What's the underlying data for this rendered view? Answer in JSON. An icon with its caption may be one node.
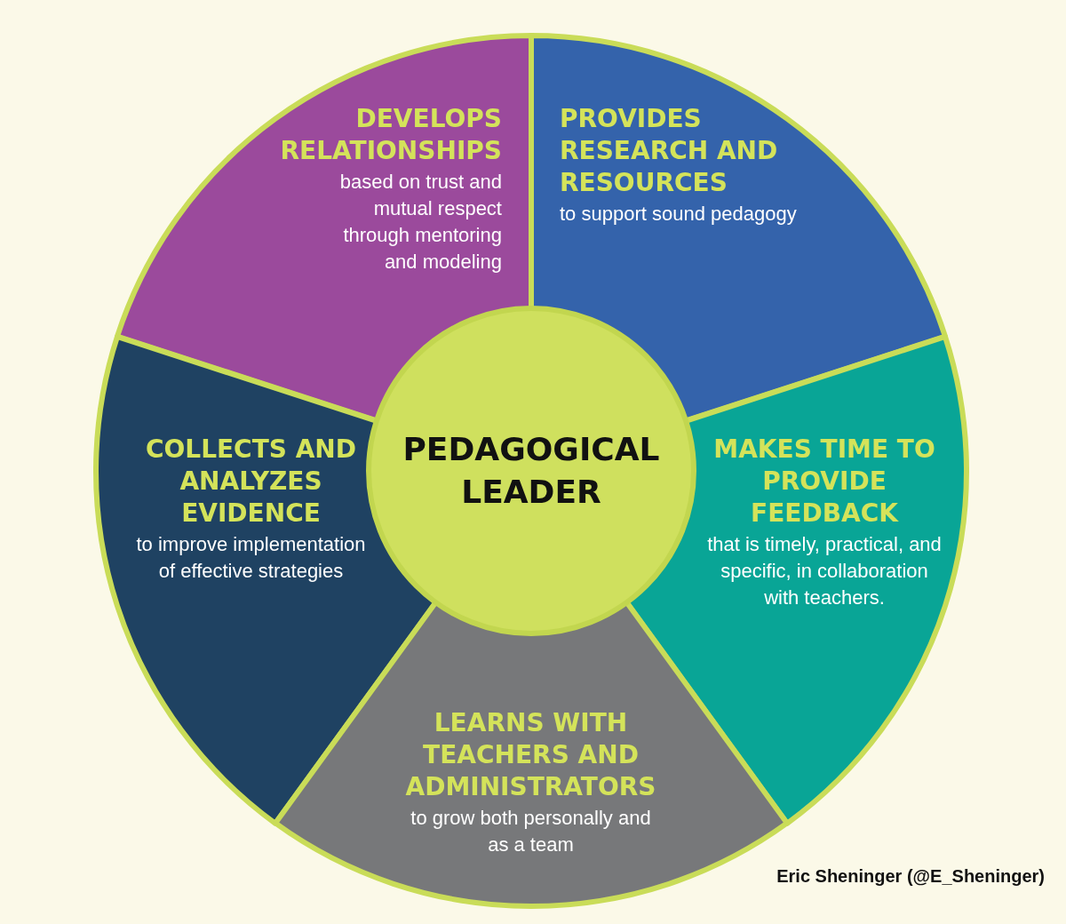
{
  "diagram": {
    "nodes": [
      {
        "text": [
          "DEVELOPS RELATIONSHIPS",
          "based on trust and mutual respect through mentoring and modeling"
        ]
      },
      {
        "text": [
          "PROVIDES RESEARCH AND RESOURCES",
          "to support sound pedagogy"
        ]
      },
      {
        "text": [
          "COLLECTS AND ANALYZES EVIDENCE",
          "to improve implementation of effective strategies"
        ]
      },
      {
        "text": [
          "PEDAGOGICAL LEADER"
        ]
      },
      {
        "text": [
          "MAKES TIME TO PROVIDE FEEDBACK",
          "that is timely, practical, and specific, in collaboration with teachers."
        ]
      },
      {
        "text": [
          "LEARNS WITH TEACHERS AND ADMINISTRATORS",
          "to grow both personally and as a team"
        ]
      }
    ],
    "edges": [],
    "labels": [
      "Eric Sheninger (@E_Sheninger)"
    ]
  }
}
